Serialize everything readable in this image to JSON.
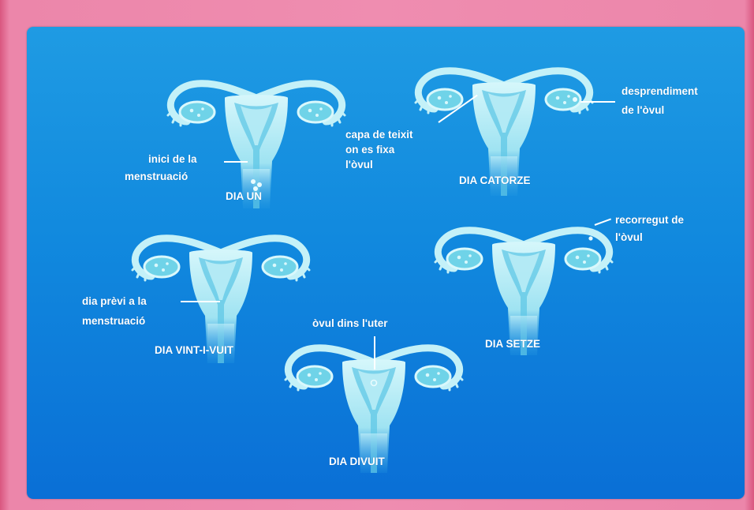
{
  "stages": [
    {
      "id": "dia-un",
      "day_label": "DIA UN",
      "note_lines": [
        "inici de la",
        "menstruació"
      ]
    },
    {
      "id": "dia-catorze",
      "day_label": "DIA CATORZE",
      "note_lines": [
        "capa de teixit",
        "on es fixa",
        "l'òvul"
      ],
      "extra_note_lines": [
        "desprendiment",
        "de l'òvul"
      ]
    },
    {
      "id": "dia-vint-i-vuit",
      "day_label": "DIA VINT-I-VUIT",
      "note_lines": [
        "dia prèvi a la",
        "menstruació"
      ]
    },
    {
      "id": "dia-setze",
      "day_label": "DIA SETZE",
      "note_lines": [
        "recorregut de",
        "l'òvul"
      ]
    },
    {
      "id": "dia-divuit",
      "day_label": "DIA DIVUIT",
      "note_lines": [
        "òvul dins l'uter"
      ]
    }
  ],
  "colors": {
    "panel": "#1189de",
    "frame": "#ef8db0",
    "organ": "#bfeff6"
  }
}
